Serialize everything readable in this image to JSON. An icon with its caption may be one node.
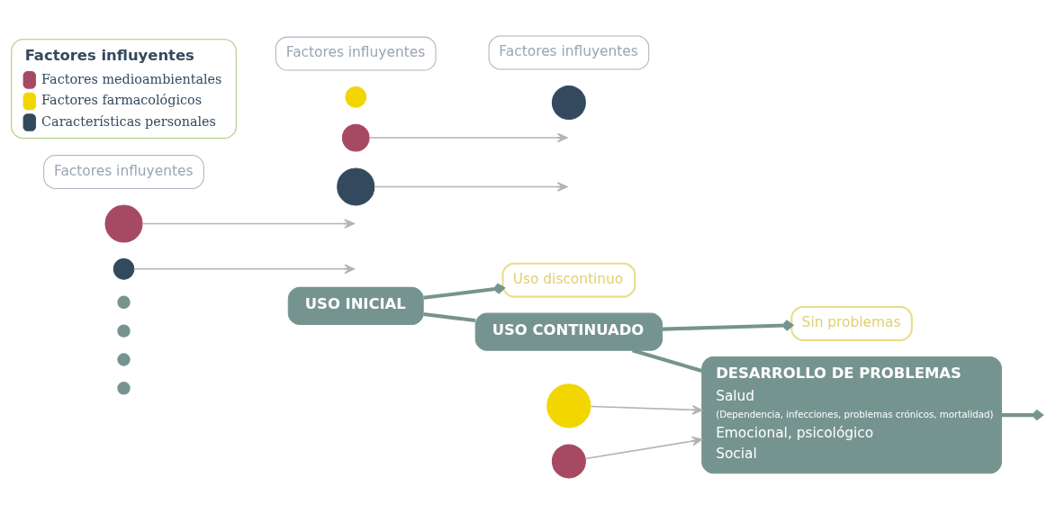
{
  "diagram": {
    "nodes": [
      {
        "text": [],
        "shape": "circle"
      },
      {
        "text": [],
        "shape": "circle"
      },
      {
        "text": [],
        "shape": "circle"
      },
      {
        "text": [],
        "shape": "circle"
      },
      {
        "text": [
          "USO INICIAL"
        ]
      },
      {
        "text": [
          "Uso discontinuo"
        ]
      },
      {
        "text": [
          "USO CONTINUADO"
        ]
      },
      {
        "text": [
          "Sin problemas"
        ]
      },
      {
        "text": [
          "DESARROLLO DE PROBLEMAS",
          "Salud",
          "(Dependencia, infecciones, problemas crónicos, mortalidad)",
          "Emocional, psicológico",
          "Social"
        ]
      },
      {
        "text": [],
        "shape": "circle"
      },
      {
        "text": [],
        "shape": "circle"
      },
      {
        "text": [],
        "shape": "circle"
      },
      {
        "text": [],
        "shape": "circle"
      },
      {
        "text": [],
        "shape": "circle"
      },
      {
        "text": [],
        "shape": "circle"
      },
      {
        "text": [],
        "shape": "circle"
      },
      {
        "text": [],
        "shape": "circle"
      },
      {
        "text": [
          "Factores influyentes"
        ]
      },
      {
        "text": [
          "Factores influyentes"
        ]
      },
      {
        "text": [
          "Factores influyentes"
        ]
      }
    ],
    "edges": [
      {
        "from": 4,
        "to": 5,
        "arrow": "to",
        "style": "thick",
        "color": "#76948f"
      },
      {
        "from": 4,
        "to": 6,
        "arrow": "none",
        "style": "thick",
        "color": "#76948f"
      },
      {
        "from": 6,
        "to": 7,
        "arrow": "to",
        "style": "thick",
        "color": "#76948f"
      },
      {
        "from": 6,
        "to": 8,
        "arrow": "none",
        "style": "thick",
        "color": "#76948f"
      },
      {
        "from": 8,
        "to": null,
        "arrow": "to",
        "style": "thick",
        "color": "#76948f"
      },
      {
        "from": 9,
        "to": null,
        "arrow": "to"
      },
      {
        "from": 10,
        "to": null,
        "arrow": "to"
      },
      {
        "from": 11,
        "to": null,
        "arrow": "to"
      },
      {
        "from": 12,
        "to": null,
        "arrow": "to"
      },
      {
        "from": 14,
        "to": 8,
        "arrow": "to"
      },
      {
        "from": 15,
        "to": 8,
        "arrow": "to"
      }
    ],
    "labels": [
      "Factores influyentes"
    ],
    "legend": [
      {
        "text": "Factores medioambientales",
        "color": "#a64a63"
      },
      {
        "text": "Factores farmacológicos",
        "color": "#f2d600"
      },
      {
        "text": "Características personales",
        "color": "#33495e"
      }
    ]
  }
}
